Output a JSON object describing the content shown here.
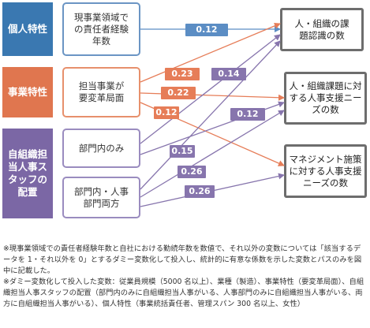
{
  "categories": {
    "personal": "個人特性",
    "business": "事業特性",
    "org": "自組織担当人事スタッフの配置"
  },
  "variables": {
    "experience": "現事業領域での責任者経験年数",
    "business_change": "担当事業が要変革局面",
    "dept_only": "部門内のみ",
    "dept_hr_both": "部門内・人事部門両方"
  },
  "outcomes": {
    "awareness": "人・組織の課題認識の数",
    "support_needs": "人・組織課題に対する人事支援ニーズの数",
    "mgmt_needs": "マネジメント施策に対する人事支援ニーズの数"
  },
  "paths": [
    {
      "from": "experience",
      "to": "awareness",
      "value": "0.12",
      "color": "blue"
    },
    {
      "from": "business_change",
      "to": "awareness",
      "value": "0.23",
      "color": "orange"
    },
    {
      "from": "business_change",
      "to": "support_needs",
      "value": "0.22",
      "color": "orange"
    },
    {
      "from": "business_change",
      "to": "mgmt_needs",
      "value": "0.12",
      "color": "orange"
    },
    {
      "from": "dept_only",
      "to": "awareness",
      "value": "0.14",
      "color": "purple"
    },
    {
      "from": "dept_only",
      "to": "support_needs",
      "value": "0.12",
      "color": "purple"
    },
    {
      "from": "dept_hr_both",
      "to": "awareness",
      "value": "0.15",
      "color": "purple"
    },
    {
      "from": "dept_hr_both",
      "to": "support_needs",
      "value": "0.26",
      "color": "purple"
    },
    {
      "from": "dept_hr_both",
      "to": "mgmt_needs",
      "value": "0.26",
      "color": "purple"
    }
  ],
  "colors": {
    "blue": "#5b8dc4",
    "orange": "#e67d58",
    "purple": "#8775ad"
  },
  "notes": {
    "note1": "※現事業領域での責任者経験年数と自社における勤続年数を数値で、それ以外の変数については「該当するデータを 1・それ以外を 0」とするダミー変数化して投入し、統計的に有意な係数を示した変数とパスのみを図中に記載した。",
    "note2": "※ダミー変数化して投入した変数：従業員規模（5000 名以上）、業種（製造）、事業特性（要変革局面）、自組織担当人事スタッフの配置（部門内のみに自組織担当人事がいる、人事部門のみに自組織担当人事がいる、両方に自組織担当人事がいる）、個人特性（事業統括責任者、管理スパン 300 名以上、女性）"
  }
}
